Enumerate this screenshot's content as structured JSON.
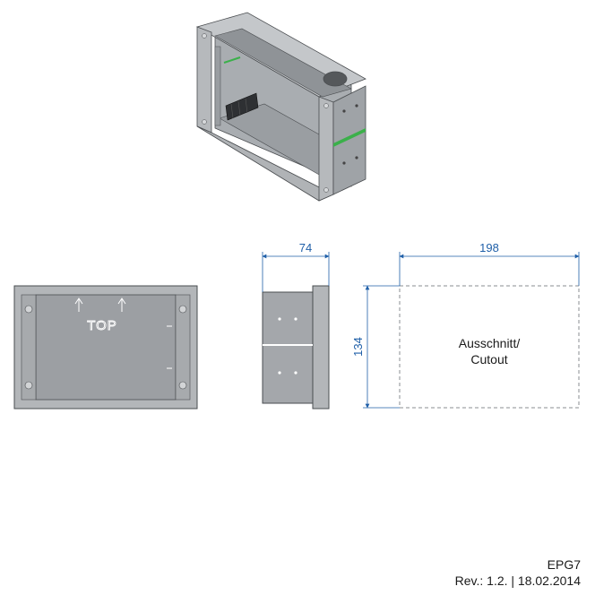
{
  "views": {
    "front": {
      "label": "TOP"
    },
    "side": {
      "depth_dimension": "74"
    },
    "cutout": {
      "width_dimension": "198",
      "height_dimension": "134",
      "label_line1": "Ausschnitt/",
      "label_line2": "Cutout"
    }
  },
  "footer": {
    "model": "EPG7",
    "revision": "Rev.: 1.2. | 18.02.2014"
  },
  "colors": {
    "dimension": "#1f5fa8",
    "metal_light": "#b9bcbf",
    "metal_mid": "#9ea2a6",
    "metal_dark": "#7b7f83",
    "edge": "#4a4d50",
    "green_strip": "#3bb04a"
  }
}
